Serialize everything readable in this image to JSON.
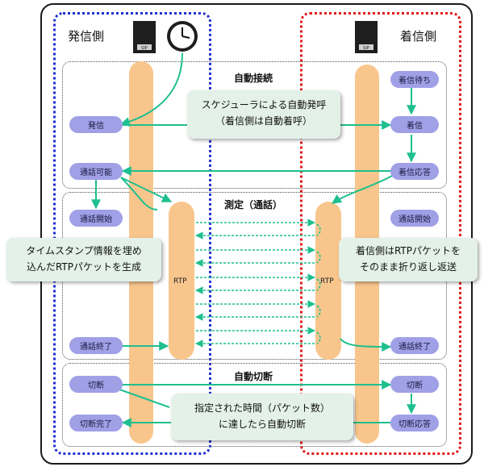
{
  "caller": {
    "title": "発信側"
  },
  "callee": {
    "title": "着信側"
  },
  "sections": {
    "auto_connect": "自動接続",
    "measurement": "測定（通話）",
    "auto_disconnect": "自動切断"
  },
  "caller_steps": {
    "call": "発信",
    "call_ready": "通話可能",
    "talk_start": "通話開始",
    "talk_end": "通話終了",
    "disconnect": "切断",
    "disconnect_done": "切断完了"
  },
  "callee_steps": {
    "waiting": "着信待ち",
    "incoming": "着信",
    "answer": "着信応答",
    "talk_start": "通話開始",
    "talk_end": "通話終了",
    "disconnect": "切断",
    "disconnect_answer": "切断応答"
  },
  "rtp_label": "RTP",
  "device_label": "SIP",
  "callouts": {
    "schedule_line1": "スケジューラによる自動発呼",
    "schedule_line2": "（着信側は自動着呼）",
    "timestamp_line1": "タイムスタンプ情報を埋め",
    "timestamp_line2": "込んだRTPパケットを生成",
    "loopback_line1": "着信側はRTPパケットを",
    "loopback_line2": "そのまま折り返し返送",
    "time_line1": "指定された時間（パケット数）",
    "time_line2": "に達したら自動切断"
  },
  "colors": {
    "caller_border": "#1f2fd0",
    "callee_border": "#e01a1a",
    "lifeline": "#f8c68c",
    "pill": "#9fa0e6",
    "arrow": "#1fbf8f",
    "callout": "#e3f1e8"
  },
  "icons": [
    "phone-device-icon",
    "clock-icon"
  ]
}
